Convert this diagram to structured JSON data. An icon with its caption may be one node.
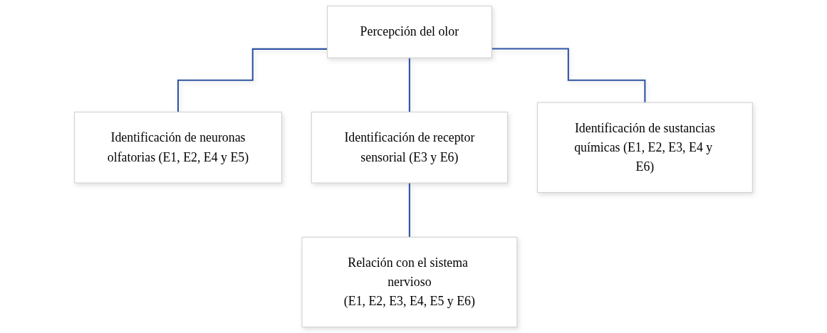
{
  "diagram": {
    "nodes": [
      {
        "text": [
          "Percepción del olor"
        ]
      },
      {
        "text": [
          "Identificación de neuronas olfatorias (E1, E2, E4 y E5)"
        ]
      },
      {
        "text": [
          "Identificación de receptor sensorial (E3 y E6)"
        ]
      },
      {
        "text": [
          "Identificación de sustancias químicas (E1, E2, E3, E4 y E6)"
        ]
      },
      {
        "text": [
          "Relación con el sistema nervioso (E1, E2, E3, E4, E5 y E6)"
        ]
      }
    ],
    "edges": [
      {
        "from": 0,
        "to": 1,
        "arrow": "none"
      },
      {
        "from": 0,
        "to": 2,
        "arrow": "none"
      },
      {
        "from": 0,
        "to": 3,
        "arrow": "none"
      },
      {
        "from": 2,
        "to": 4,
        "arrow": "none"
      }
    ]
  }
}
